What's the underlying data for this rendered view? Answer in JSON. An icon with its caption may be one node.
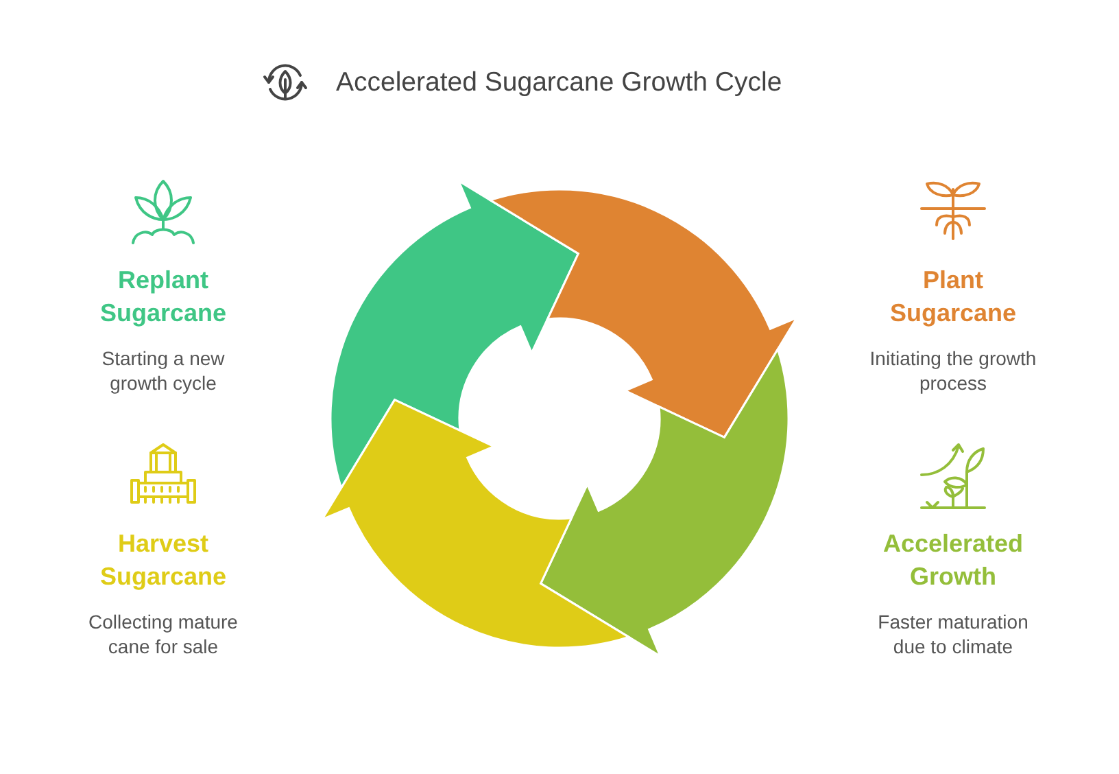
{
  "diagram": {
    "title": "Accelerated Sugarcane Growth Cycle",
    "nodes": [
      {
        "text": [
          "Replant Sugarcane",
          "Starting a new growth cycle"
        ]
      },
      {
        "text": [
          "Plant Sugarcane",
          "Initiating the growth process"
        ]
      },
      {
        "text": [
          "Harvest Sugarcane",
          "Collecting mature cane for sale"
        ]
      },
      {
        "text": [
          "Accelerated Growth",
          "Faster maturation due to climate"
        ]
      }
    ]
  }
}
